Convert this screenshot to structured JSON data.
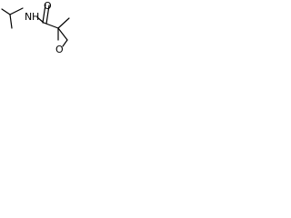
{
  "structure": {
    "atoms": {
      "nitrogen": "N",
      "hydrogen": "H",
      "carbonyl_oxygen": "O",
      "epoxide_oxygen": "O"
    },
    "colors": {
      "bond": "#000000",
      "label": "#000000",
      "background": "#ffffff"
    }
  }
}
